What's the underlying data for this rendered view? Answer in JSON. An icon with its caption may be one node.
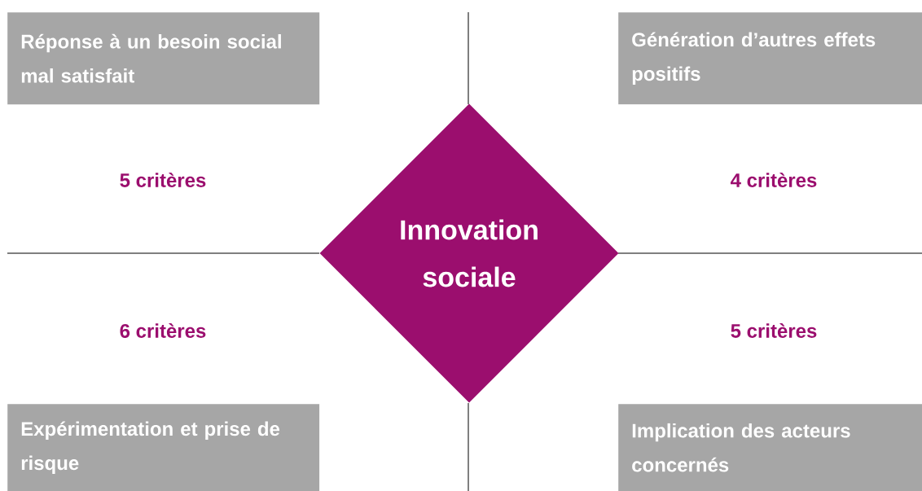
{
  "diagram": {
    "nodes": [
      {
        "text": [
          "Réponse à un besoin social mal satisfait"
        ]
      },
      {
        "text": [
          "Génération d’autres effets positifs"
        ]
      },
      {
        "text": [
          "Innovation sociale"
        ]
      },
      {
        "text": [
          "Expérimentation et prise de risque"
        ]
      },
      {
        "text": [
          "Implication des acteurs concernés"
        ]
      }
    ],
    "labels": [
      "5 critères",
      "4 critères",
      "6 critères",
      "5 critères"
    ]
  }
}
